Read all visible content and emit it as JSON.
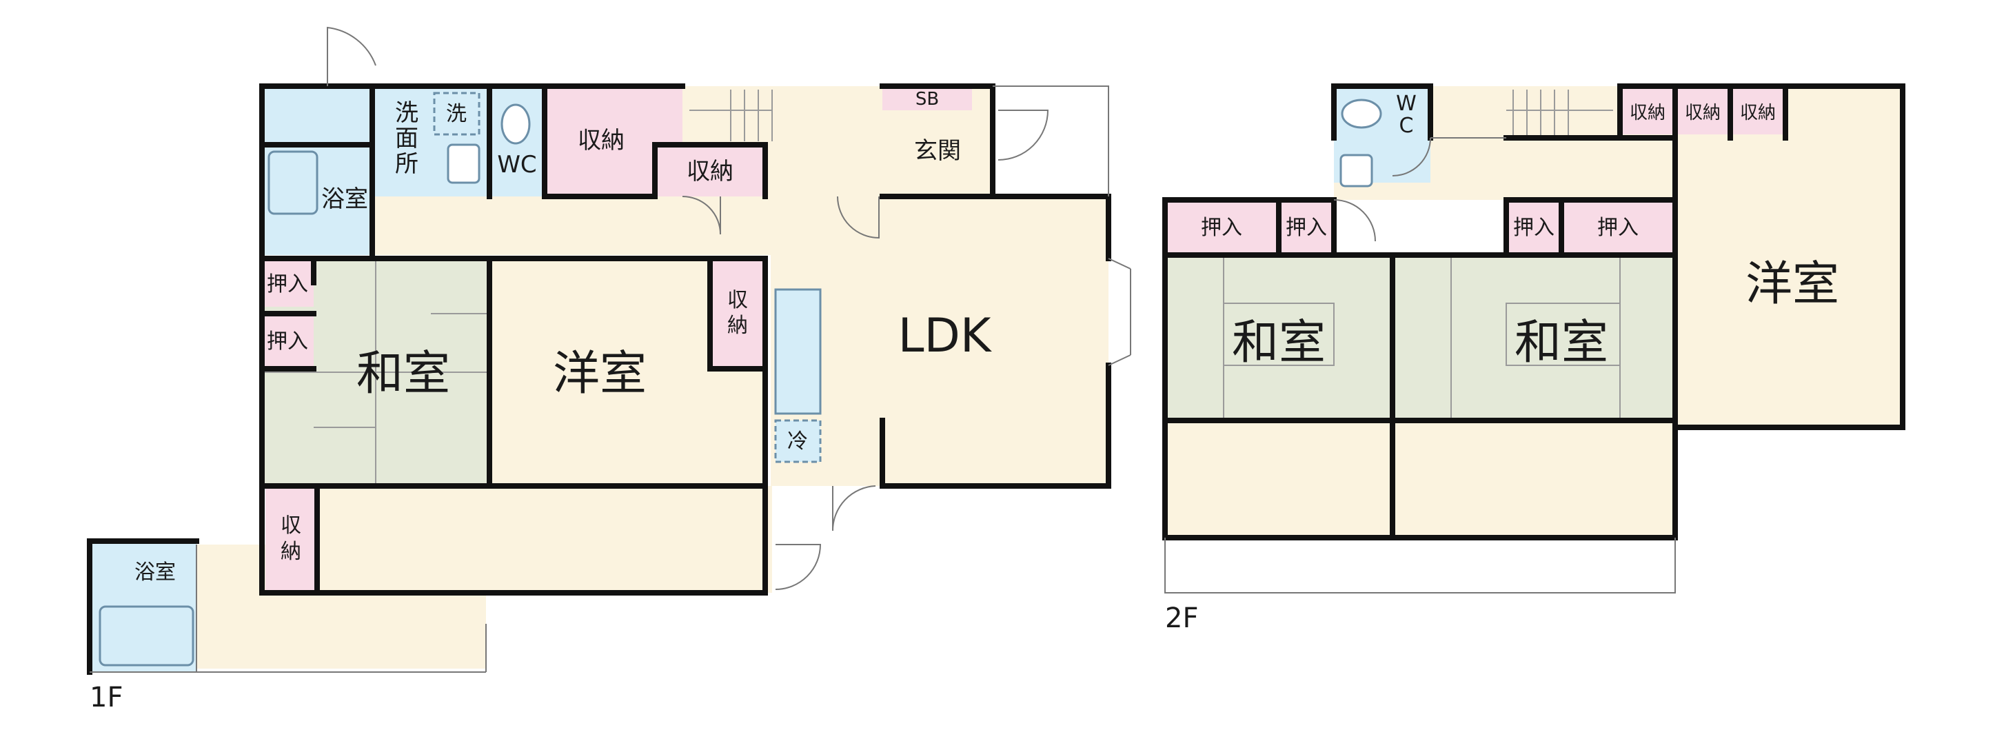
{
  "floor_1": {
    "floor_label": "1F",
    "rooms": {
      "washroom_a": "洗",
      "washroom_b": "面",
      "washroom_c": "所",
      "washer": "洗",
      "bath_main": "浴室",
      "wc": "WC",
      "storage_top": "収納",
      "storage_stair": "収納",
      "sb": "SB",
      "entrance": "玄関",
      "closet_1": "押入",
      "closet_2": "押入",
      "washitsu": "和室",
      "youshitsu": "洋室",
      "storage_side_a": "収",
      "storage_side_b": "納",
      "ldk": "LDK",
      "fridge": "冷",
      "storage_low_a": "収",
      "storage_low_b": "納",
      "bath_annex": "浴室"
    }
  },
  "floor_2": {
    "floor_label": "2F",
    "rooms": {
      "wc_a": "W",
      "wc_b": "C",
      "storage_1": "収納",
      "storage_2": "収納",
      "storage_3": "収納",
      "closet_1": "押入",
      "closet_2": "押入",
      "closet_3": "押入",
      "closet_4": "押入",
      "washitsu_1": "和室",
      "washitsu_2": "和室",
      "youshitsu": "洋室"
    }
  },
  "colors": {
    "wall": "#111111",
    "floor_beige": "#fbf3df",
    "tatami": "#e4e9d8",
    "storage_pink": "#f8dbe6",
    "water_blue": "#d5edf8",
    "white": "#ffffff"
  }
}
